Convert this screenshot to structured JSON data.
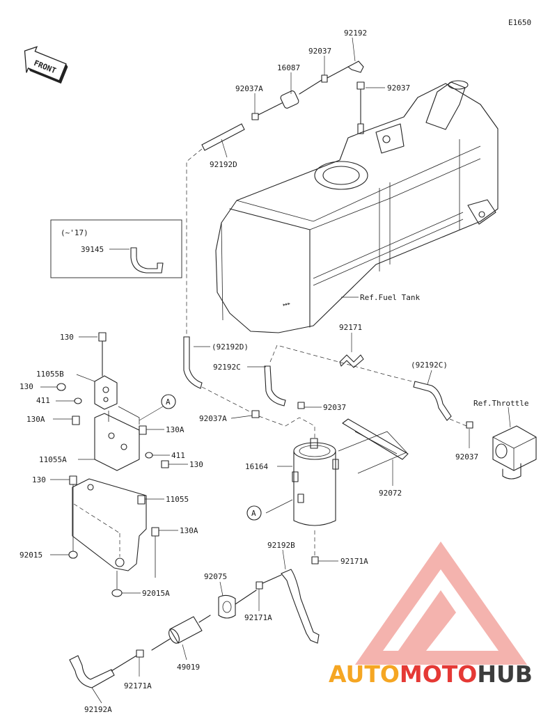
{
  "diagram": {
    "code": "E1650",
    "front_label": "FRONT",
    "inset_note": "(~'17)",
    "ref_fuel_tank": "Ref.Fuel Tank",
    "ref_throttle": "Ref.Throttle",
    "callout_a": "A",
    "parts": {
      "p92192": "92192",
      "p92037_top": "92037",
      "p16087": "16087",
      "p92037_right": "92037",
      "p92037A_top": "92037A",
      "p92192D": "92192D",
      "p39145": "39145",
      "p92192D_ref": "(92192D)",
      "p92171": "92171",
      "p92192C": "92192C",
      "p92192C_ref": "(92192C)",
      "p92037_mid": "92037",
      "p92037A_mid": "92037A",
      "p92037_throttle": "92037",
      "p130_a": "130",
      "p11055B": "11055B",
      "p130_b": "130",
      "p411_a": "411",
      "p130A_a": "130A",
      "p130A_b": "130A",
      "p411_b": "411",
      "p11055A": "11055A",
      "p130_c": "130",
      "p16164": "16164",
      "p92072": "92072",
      "p130_d": "130",
      "p11055": "11055",
      "p130A_c": "130A",
      "p92015": "92015",
      "p92015A": "92015A",
      "p92192B": "92192B",
      "p92171A_a": "92171A",
      "p92075": "92075",
      "p92171A_b": "92171A",
      "p49019": "49019",
      "p92171A_c": "92171A",
      "p92192A": "92192A"
    }
  },
  "watermark": {
    "text_part1": "AUTO",
    "text_part2": "MOTO",
    "text_part3": "HUB",
    "color_red": "#e53935",
    "color_orange": "#f5a623",
    "color_dark": "#3c3c3c"
  }
}
